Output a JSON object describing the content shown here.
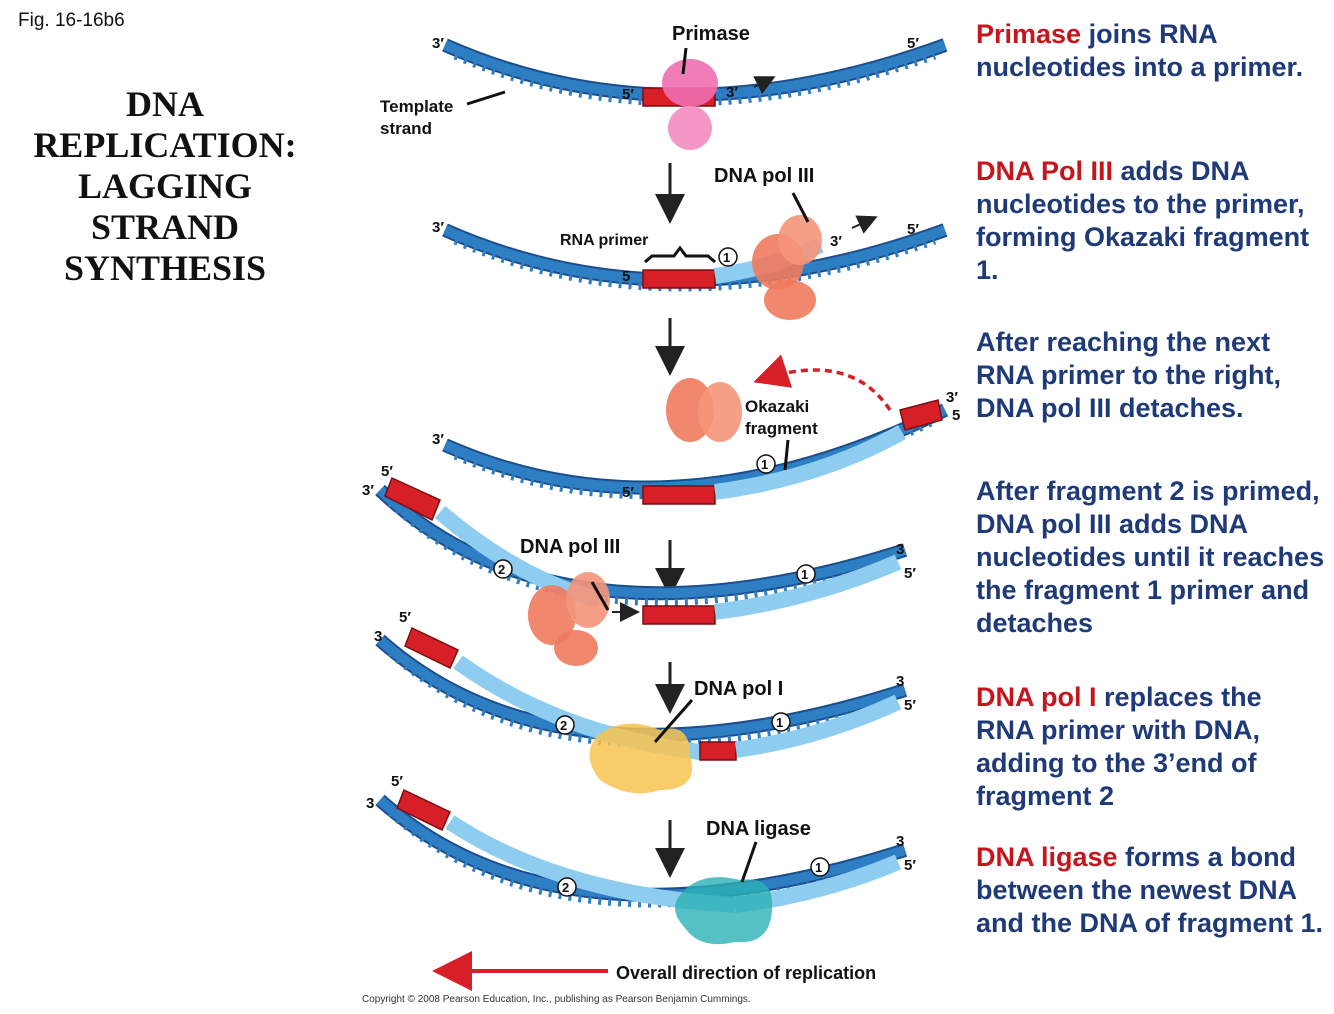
{
  "figure_label": "Fig. 16-16b6",
  "title_lines": [
    "DNA",
    "REPLICATION:",
    "LAGGING",
    "STRAND",
    "SYNTHESIS"
  ],
  "descriptions": [
    {
      "highlight": "Primase",
      "rest": " joins RNA nucleotides into a primer."
    },
    {
      "highlight": "DNA Pol III",
      "rest": " adds DNA nucleotides to the primer, forming Okazaki fragment 1."
    },
    {
      "highlight": "",
      "rest": "After reaching the next RNA primer to the right, DNA pol III detaches."
    },
    {
      "highlight": "",
      "rest": "After fragment 2 is primed, DNA pol III adds DNA nucleotides until it reaches the fragment 1 primer and detaches"
    },
    {
      "highlight": "DNA pol I",
      "rest": " replaces the RNA primer with DNA, adding to the 3’end of fragment 2"
    },
    {
      "highlight": "DNA ligase",
      "rest": " forms a bond between the newest DNA and the DNA of fragment 1."
    }
  ],
  "diagram": {
    "primase": "Primase",
    "template_strand": [
      "Template",
      "strand"
    ],
    "dna_pol_iii": "DNA pol III",
    "rna_primer": "RNA primer",
    "okazaki_fragment": [
      "Okazaki",
      "fragment"
    ],
    "dna_pol_i": "DNA pol I",
    "dna_ligase": "DNA ligase",
    "three_prime": "3′",
    "five_prime": "5′",
    "three": "3",
    "five": "5",
    "fragment_1": "1",
    "fragment_2": "2",
    "overall_direction": "Overall direction of replication",
    "copyright": "Copyright © 2008 Pearson Education, Inc., publishing as Pearson Benjamin Cummings."
  },
  "colors": {
    "template_strand": "#2e7ec4",
    "new_dna": "#8fcdf0",
    "rna_primer": "#d61f26",
    "polymerase_iii": "#f07a5c",
    "primase": "#ee6fb0",
    "dna_pol_i": "#f8c350",
    "ligase": "#2ab1b5",
    "title_text": "#1f3a78",
    "highlight_text": "#c4161c"
  }
}
